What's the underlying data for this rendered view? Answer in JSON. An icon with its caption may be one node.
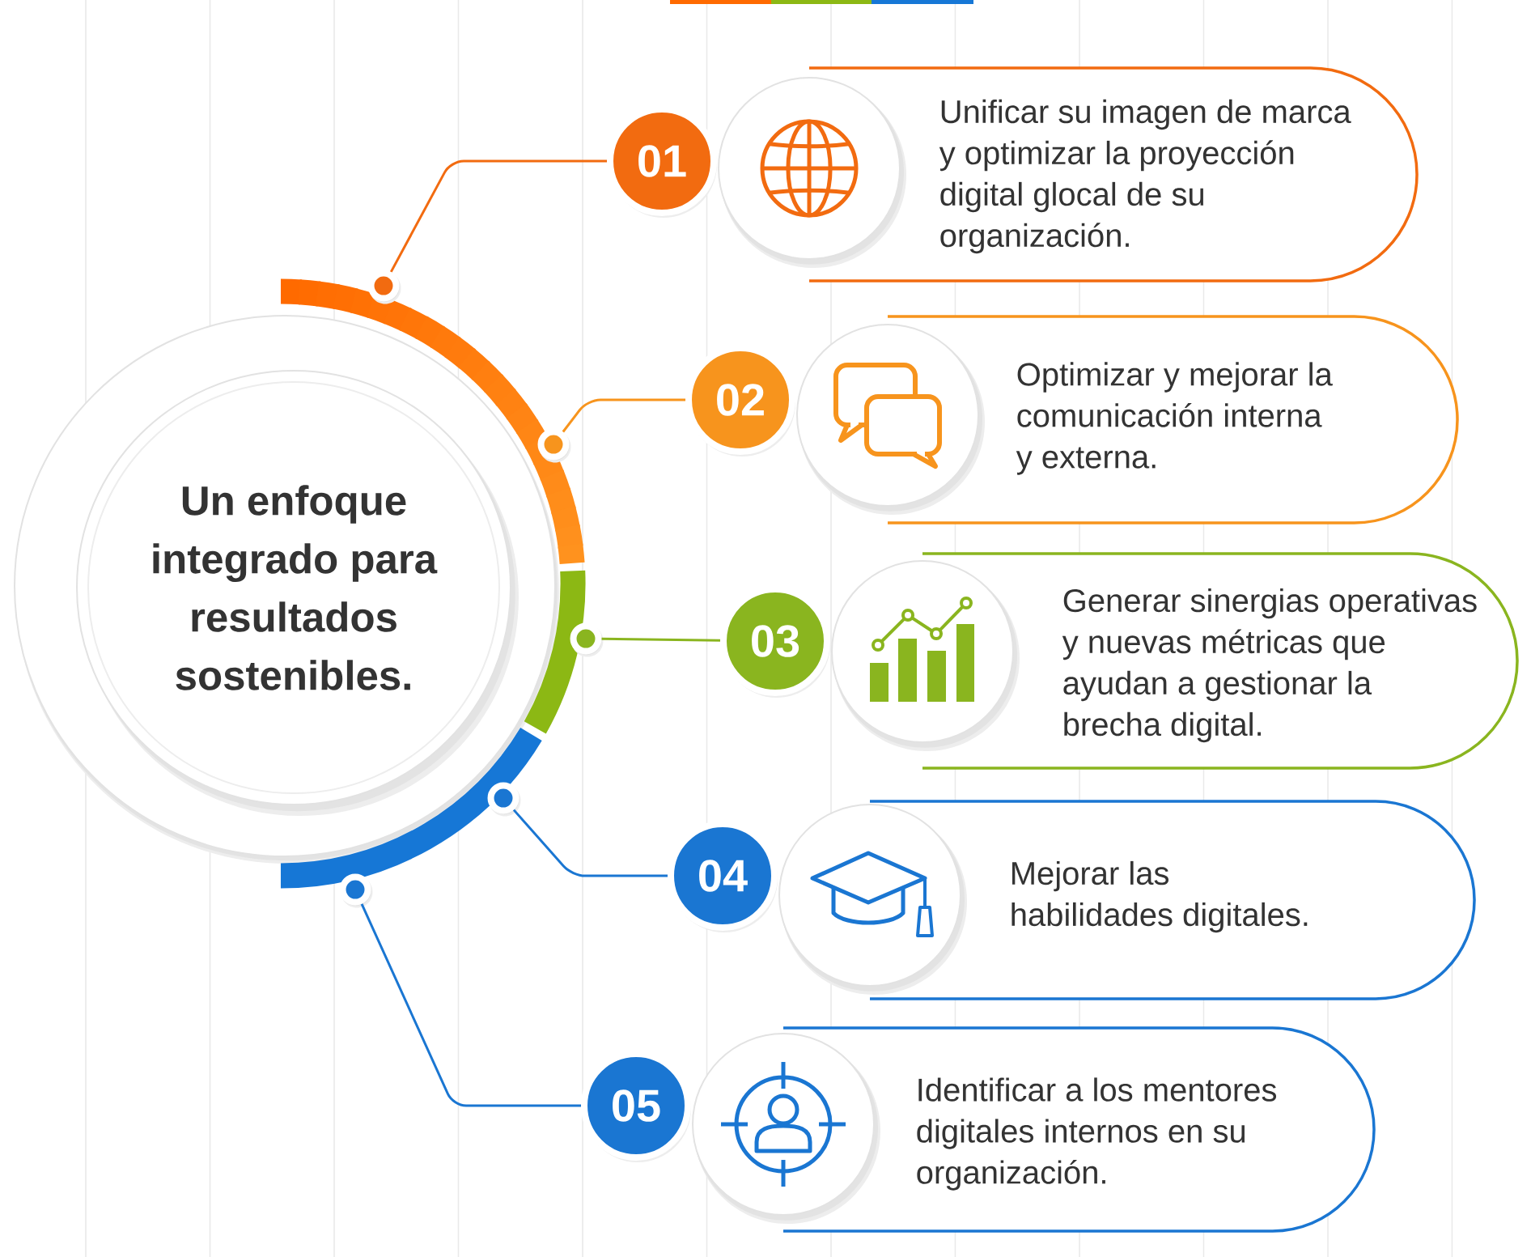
{
  "diagram": {
    "nodes": [
      {
        "text": [
          "Un enfoque integrado para resultados sostenibles."
        ]
      },
      {
        "text": [],
        "shape": "circle"
      },
      {
        "text": [
          "01"
        ]
      },
      {
        "text": [],
        "shape": "circle"
      },
      {
        "text": [
          "Unificar su imagen de marca y optimizar la proyección digital glocal de su organización."
        ]
      },
      {
        "text": [],
        "shape": "circle"
      },
      {
        "text": [
          "02"
        ]
      },
      {
        "text": [],
        "shape": "circle"
      },
      {
        "text": [
          "Optimizar y mejorar la comunicación interna y externa."
        ]
      },
      {
        "text": [],
        "shape": "circle"
      },
      {
        "text": [
          "03"
        ]
      },
      {
        "text": [],
        "shape": "circle"
      },
      {
        "text": [
          "Generar sinergias operativas y nuevas métricas que ayudan a gestionar la brecha digital."
        ]
      },
      {
        "text": [],
        "shape": "circle"
      },
      {
        "text": [
          "04"
        ]
      },
      {
        "text": [],
        "shape": "circle"
      },
      {
        "text": [
          "Mejorar las habilidades digitales."
        ]
      },
      {
        "text": [],
        "shape": "circle"
      },
      {
        "text": [
          "05"
        ]
      },
      {
        "text": [],
        "shape": "circle"
      },
      {
        "text": [
          "Identificar a los mentores digitales internos en su organización."
        ]
      }
    ],
    "edges": [
      {
        "from": 1,
        "to": 2,
        "arrow": "none",
        "color": "#f26b10"
      },
      {
        "from": 5,
        "to": 6,
        "arrow": "none",
        "color": "#f7941d"
      },
      {
        "from": 9,
        "to": 10,
        "arrow": "none",
        "color": "#8ab51f"
      },
      {
        "from": 13,
        "to": 14,
        "arrow": "none",
        "color": "#1a76d2"
      },
      {
        "from": 17,
        "to": 18,
        "arrow": "none",
        "color": "#1a76d2"
      }
    ]
  }
}
